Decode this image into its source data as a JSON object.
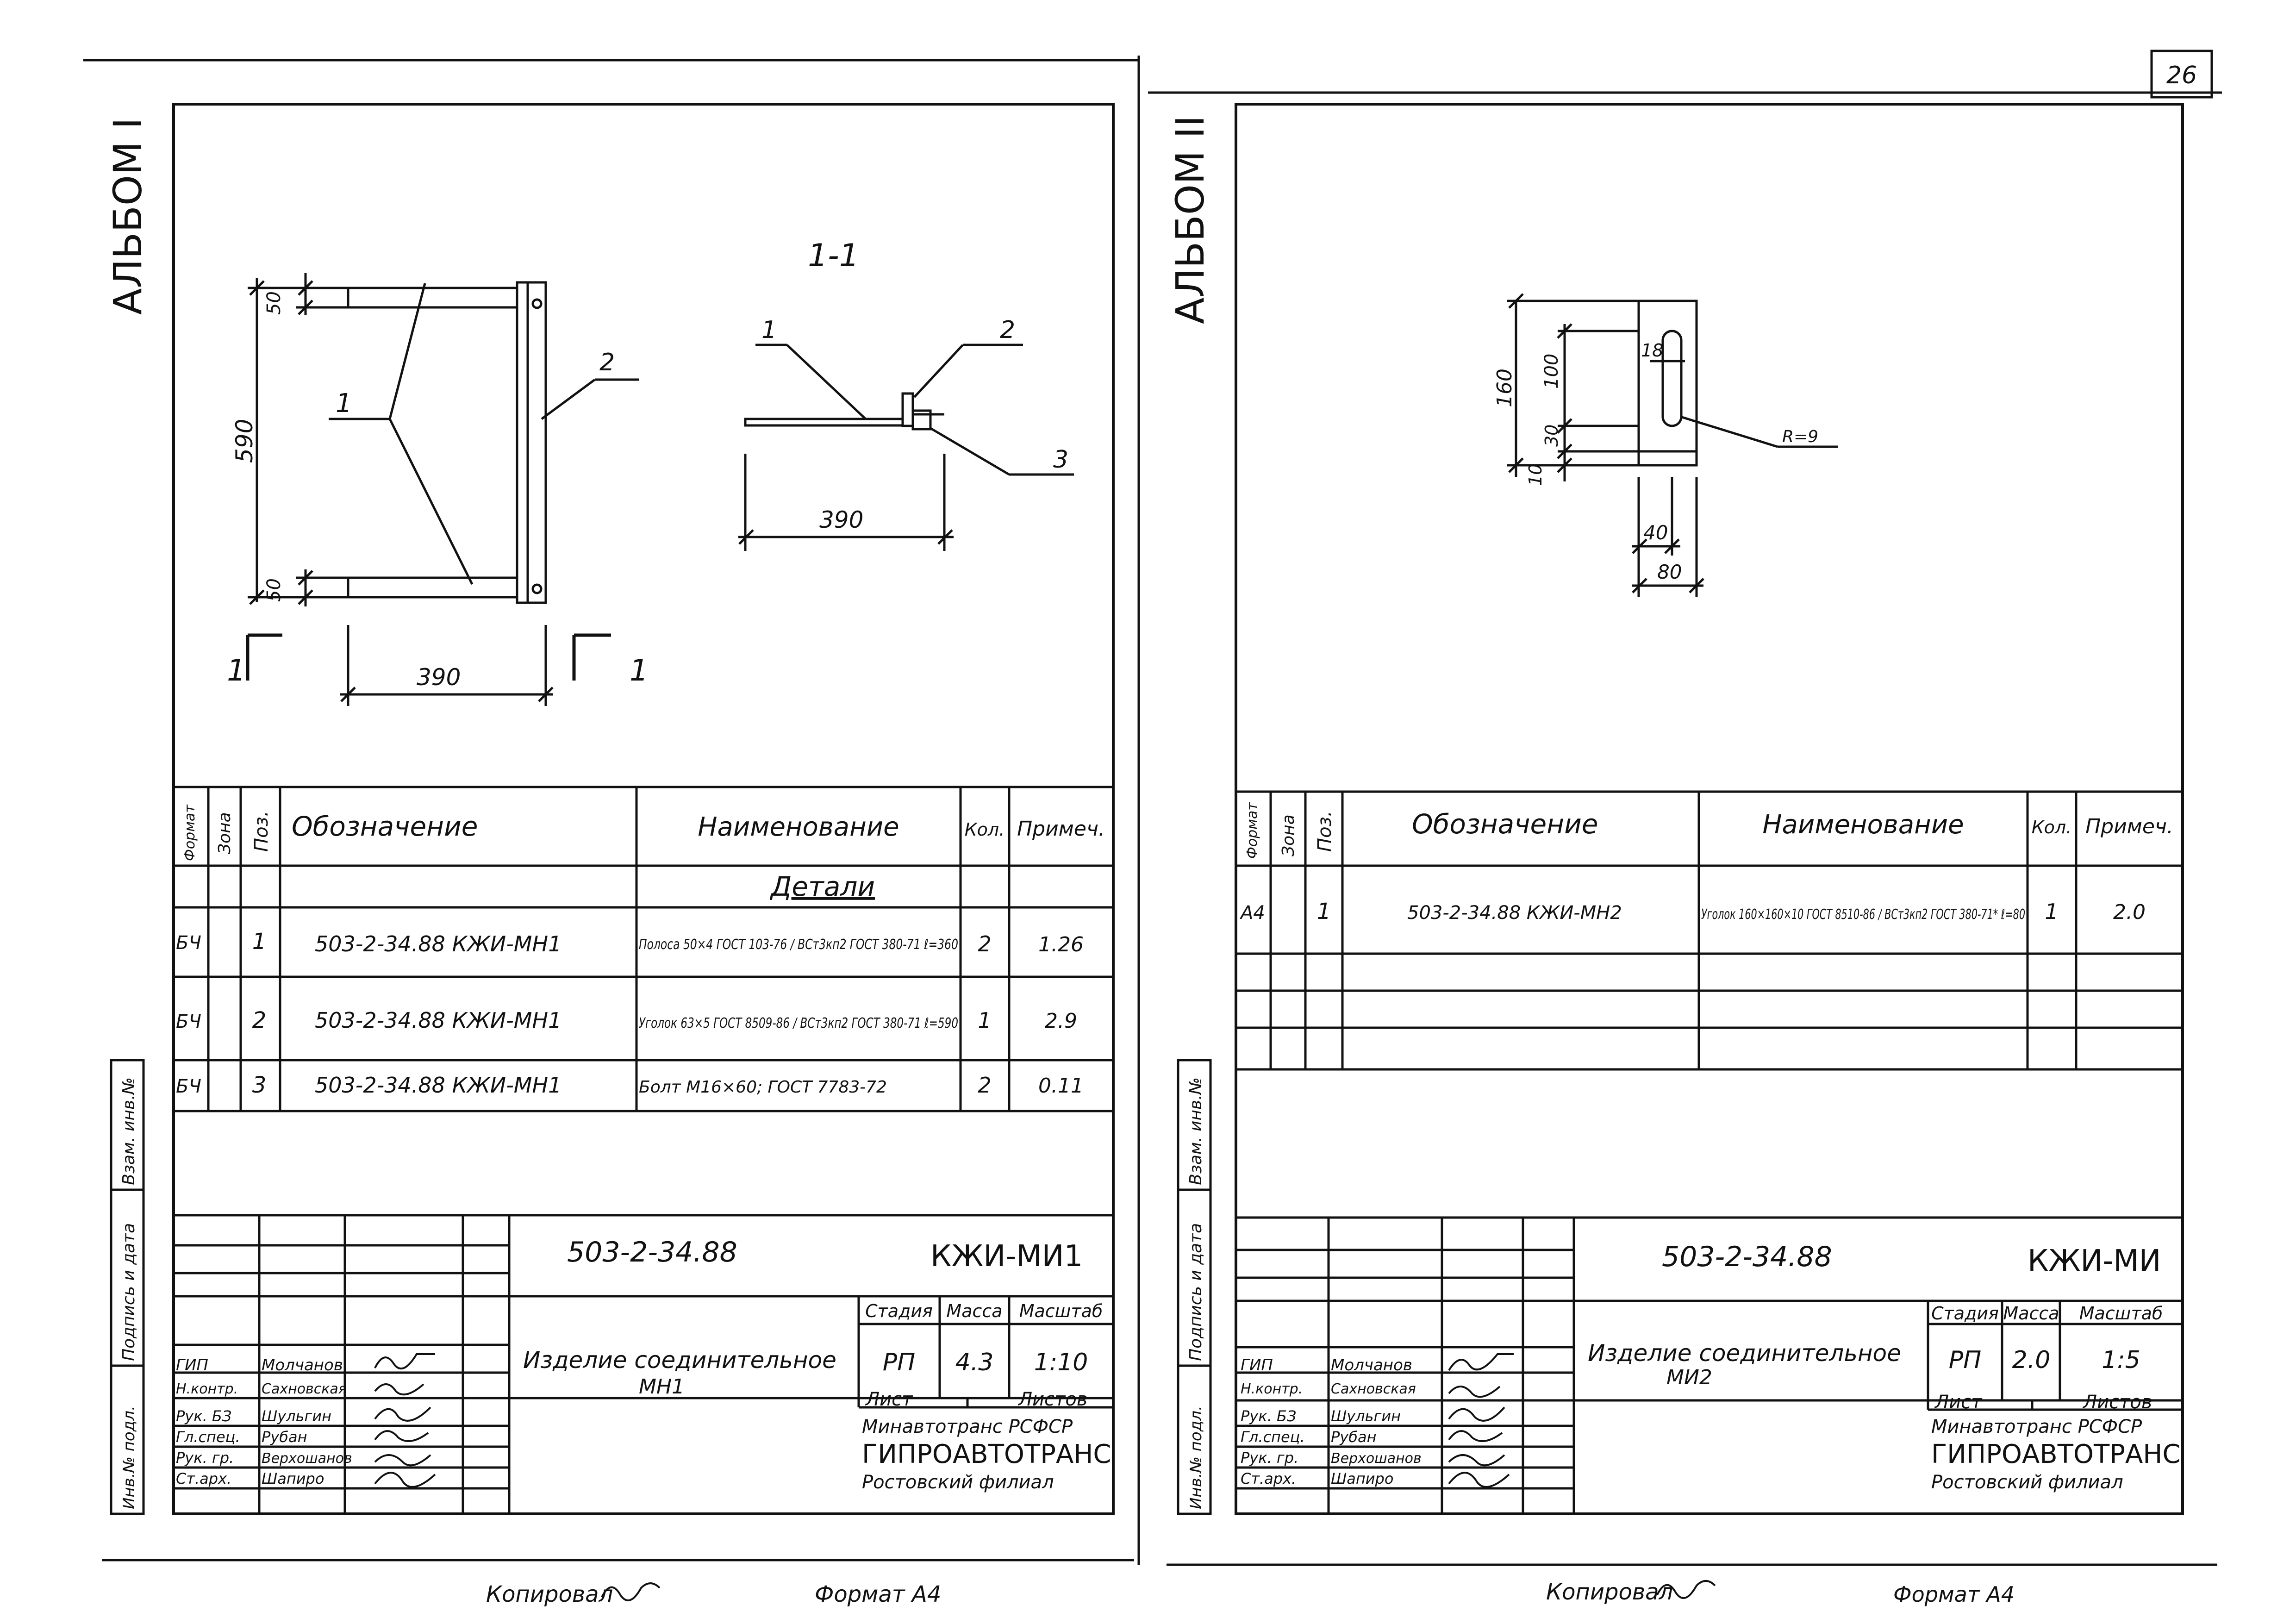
{
  "page_number": "26",
  "left": {
    "album_label": "АЛЬБОМ I",
    "section_label": "1-1",
    "drawing_dims": {
      "dim_590": "590",
      "dim_50_top": "50",
      "dim_50_bottom": "50",
      "dim_390_plan": "390",
      "dim_390_section": "390",
      "section_mark_left": "1",
      "section_mark_right": "1",
      "callout_1": "1",
      "callout_2": "2",
      "sec_callout_1": "1",
      "sec_callout_2": "2",
      "sec_callout_3": "3"
    },
    "spec_headers": {
      "format": "Формат",
      "zone": "Зона",
      "pos": "Поз.",
      "designation": "Обозначение",
      "name": "Наименование",
      "qty": "Кол.",
      "note": "Примеч."
    },
    "section_title": "Детали",
    "rows": [
      {
        "format": "БЧ",
        "pos": "1",
        "designation": "503-2-34.88  КЖИ-МН1",
        "name": "Полоса 50×4 ГОСТ 103-76 / ВСт3кп2 ГОСТ 380-71 ℓ=360",
        "qty": "2",
        "note": "1.26"
      },
      {
        "format": "БЧ",
        "pos": "2",
        "designation": "503-2-34.88  КЖИ-МН1",
        "name": "Уголок 63×5 ГОСТ 8509-86 / ВСт3кп2 ГОСТ 380-71 ℓ=590",
        "qty": "1",
        "note": "2.9"
      },
      {
        "format": "БЧ",
        "pos": "3",
        "designation": "503-2-34.88  КЖИ-МН1",
        "name": "Болт М16×60; ГОСТ 7783-72",
        "qty": "2",
        "note": "0.11"
      }
    ],
    "side_labels": {
      "inv_podl": "Инв.№ подл.",
      "podpis": "Подпись и дата",
      "vzam": "Взам. инв.№"
    },
    "title_block": {
      "code": "503-2-34.88",
      "mark": "КЖИ-МИ1",
      "item_name": "Изделие соединительное",
      "item_code": "МН1",
      "stage_label": "Стадия",
      "mass_label": "Масса",
      "scale_label": "Масштаб",
      "stage": "РП",
      "mass": "4.3",
      "scale": "1:10",
      "sheet_label": "Лист",
      "sheets_label": "Листов",
      "org1": "Минавтотранс РСФСР",
      "org2": "ГИПРОАВТОТРАНС",
      "org3": "Ростовский филиал",
      "staff": [
        {
          "role": "ГИП",
          "name": "Молчанов"
        },
        {
          "role": "Н.контр.",
          "name": "Сахновская"
        },
        {
          "role": "Рук. БЗ",
          "name": "Шульгин"
        },
        {
          "role": "Гл.спец.",
          "name": "Рубан"
        },
        {
          "role": "Рук. гр.",
          "name": "Верхошанов"
        },
        {
          "role": "Ст.арх.",
          "name": "Шапиро"
        }
      ]
    },
    "footer_copied": "Копировал",
    "footer_format": "Формат А4"
  },
  "right": {
    "album_label": "АЛЬБОМ II",
    "drawing_dims": {
      "dim_160": "160",
      "dim_100": "100",
      "dim_30": "30",
      "dim_10": "10",
      "dim_18": "18",
      "dim_r": "R=9",
      "dim_40": "40",
      "dim_80": "80"
    },
    "spec_headers": {
      "format": "Формат",
      "zone": "Зона",
      "pos": "Поз.",
      "designation": "Обозначение",
      "name": "Наименование",
      "qty": "Кол.",
      "note": "Примеч."
    },
    "rows": [
      {
        "format": "А4",
        "pos": "1",
        "designation": "503-2-34.88  КЖИ-МН2",
        "name": "Уголок 160×160×10 ГОСТ 8510-86 / ВСт3кп2 ГОСТ 380-71* ℓ=80",
        "qty": "1",
        "note": "2.0"
      }
    ],
    "side_labels": {
      "inv_podl": "Инв.№ подл.",
      "podpis": "Подпись и дата",
      "vzam": "Взам. инв.№"
    },
    "title_block": {
      "code": "503-2-34.88",
      "mark": "КЖИ-МИ",
      "item_name": "Изделие соединительное",
      "item_code": "МИ2",
      "stage_label": "Стадия",
      "mass_label": "Масса",
      "scale_label": "Масштаб",
      "stage": "РП",
      "mass": "2.0",
      "scale": "1:5",
      "sheet_label": "Лист",
      "sheets_label": "Листов",
      "org1": "Минавтотранс РСФСР",
      "org2": "ГИПРОАВТОТРАНС",
      "org3": "Ростовский филиал",
      "staff": [
        {
          "role": "ГИП",
          "name": "Молчанов"
        },
        {
          "role": "Н.контр.",
          "name": "Сахновская"
        },
        {
          "role": "Рук. БЗ",
          "name": "Шульгин"
        },
        {
          "role": "Гл.спец.",
          "name": "Рубан"
        },
        {
          "role": "Рук. гр.",
          "name": "Верхошанов"
        },
        {
          "role": "Ст.арх.",
          "name": "Шапиро"
        }
      ]
    },
    "footer_copied": "Копировал",
    "footer_format": "Формат А4"
  }
}
